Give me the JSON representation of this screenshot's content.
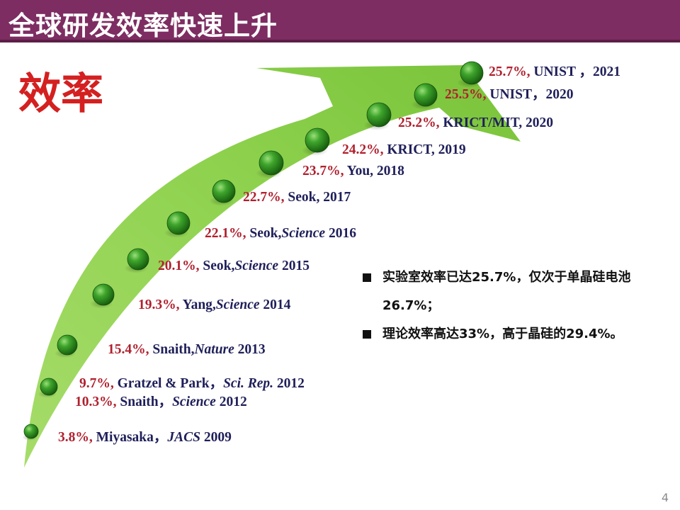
{
  "title": "全球研发效率快速上升",
  "section_label": "效率",
  "colors": {
    "title_bar": "#7d2d62",
    "section_label": "#d42020",
    "arrow": "#8dd14e",
    "percent_text": "#b0202e",
    "citation_text": "#1f1f5a",
    "sphere": "#2e8b1e"
  },
  "milestones": [
    {
      "percent": "3.8%,",
      "pre": " Miyasaka，",
      "italic": "JACS",
      "post": " 2009"
    },
    {
      "percent": "10.3%,",
      "pre": " Snaith，",
      "italic": "Science",
      "post": " 2012"
    },
    {
      "percent": "9.7%,",
      "pre": " Gratzel & Park，",
      "italic": "Sci. Rep.",
      "post": " 2012"
    },
    {
      "percent": "15.4%,",
      "pre": " Snaith,",
      "italic": "Nature",
      "post": " 2013"
    },
    {
      "percent": "19.3%,",
      "pre": " Yang,",
      "italic": "Science",
      "post": " 2014"
    },
    {
      "percent": "20.1%,",
      "pre": " Seok,",
      "italic": "Science",
      "post": " 2015"
    },
    {
      "percent": "22.1%,",
      "pre": " Seok,",
      "italic": "Science",
      "post": " 2016"
    },
    {
      "percent": "22.7%,",
      "pre": " Seok, 2017",
      "italic": "",
      "post": ""
    },
    {
      "percent": "23.7%,",
      "pre": " You, 2018",
      "italic": "",
      "post": ""
    },
    {
      "percent": "24.2%,",
      "pre": " KRICT, 2019",
      "italic": "",
      "post": ""
    },
    {
      "percent": "25.2%,",
      "pre": " KRICT/MIT, 2020",
      "italic": "",
      "post": ""
    },
    {
      "percent": "25.5%,",
      "pre": " UNIST，2020",
      "italic": "",
      "post": ""
    },
    {
      "percent": "25.7%,",
      "pre": " UNIST ，2021",
      "italic": "",
      "post": ""
    }
  ],
  "bullets": [
    {
      "text": "实验室效率已达25.7%，仅次于单晶硅电池26.7%；"
    },
    {
      "text": "理论效率高达33%，高于晶硅的29.4%。"
    }
  ],
  "page_number": "4"
}
